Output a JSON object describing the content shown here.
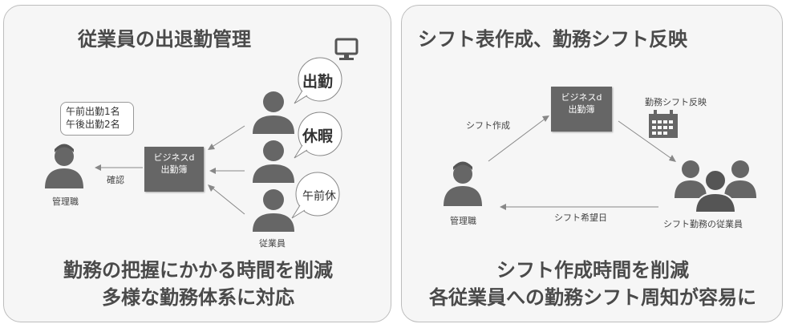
{
  "left": {
    "title": "従業員の出退勤管理",
    "note_lines": [
      "午前出勤1名",
      "午後出勤2名"
    ],
    "manager_label": "管理職",
    "confirm_label": "確認",
    "box_lines": [
      "ビジネスd",
      "出勤簿"
    ],
    "bubbles": [
      "出勤",
      "休暇",
      "午前休"
    ],
    "employees_label": "従業員",
    "summary_lines": [
      "勤務の把握にかかる時間を削減",
      "多様な勤務体系に対応"
    ]
  },
  "right": {
    "title": "シフト表作成、勤務シフト反映",
    "box_lines": [
      "ビジネスd",
      "出勤簿"
    ],
    "shift_create_label": "シフト作成",
    "reflect_label": "勤務シフト反映",
    "manager_label": "管理職",
    "wish_label": "シフト希望日",
    "employees_label": "シフト勤務の従業員",
    "summary_lines": [
      "シフト作成時間を削減",
      "各従業員への勤務シフト周知が容易に"
    ]
  },
  "icons": [
    "monitor-icon",
    "calendar-icon",
    "person-icon",
    "group-icon",
    "speech-bubble-icon"
  ],
  "colors": {
    "panel_bg": "#f6f6f6",
    "panel_border": "#bdbdbd",
    "box_bg": "#666666",
    "icon": "#666666",
    "text": "#4a4a4a"
  }
}
